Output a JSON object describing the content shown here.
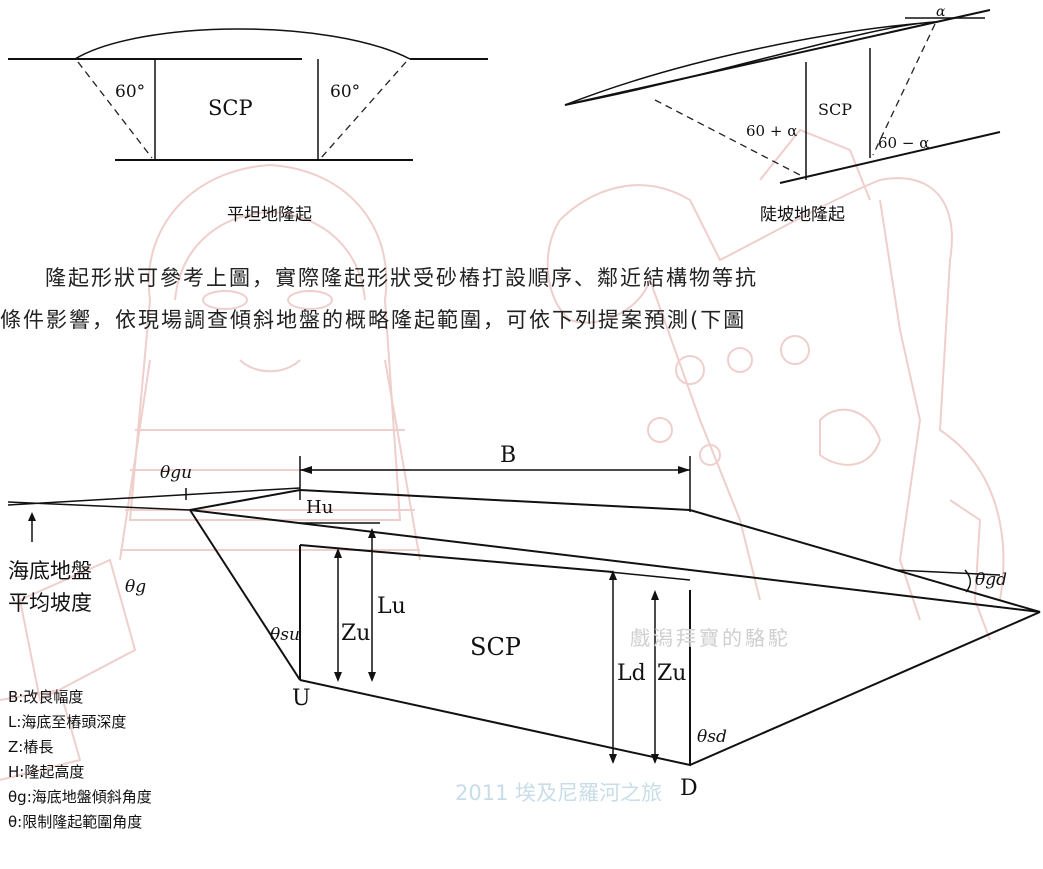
{
  "top_left_diagram": {
    "angle_left": "60°",
    "angle_right": "60°",
    "scp": "SCP",
    "caption": "平坦地隆起"
  },
  "top_right_diagram": {
    "alpha": "α",
    "angle_left": "60 + α",
    "scp": "SCP",
    "angle_right": "60 − α",
    "caption": "陡坡地隆起"
  },
  "paragraph": {
    "line1": "隆起形狀可參考上圖，實際隆起形狀受砂樁打設順序、鄰近結構物等抗",
    "line2": "條件影響，依現場調查傾斜地盤的概略隆起範圍，可依下列提案預測(下圖"
  },
  "main_diagram": {
    "B": "B",
    "theta_gu": "θgu",
    "H_u": "Hu",
    "seabed_label_1": "海底地盤",
    "seabed_label_2": "平均坡度",
    "theta_g": "θg",
    "theta_su": "θsu",
    "Z_u_left": "Zu",
    "L_u": "Lu",
    "scp": "SCP",
    "L_d": "Ld",
    "Z_u_right": "Zu",
    "theta_gd": "θgd",
    "U": "U",
    "D": "D",
    "theta_sd": "θsd"
  },
  "legend": [
    "B:改良幅度",
    "L:海底至樁頭深度",
    "Z:樁長",
    "H:隆起高度",
    "θg:海底地盤傾斜角度",
    "θ:限制隆起範圍角度"
  ],
  "watermark": {
    "text": "戲潟拜寶的駱駝",
    "year_text": "2011 埃及尼羅河之旅"
  }
}
